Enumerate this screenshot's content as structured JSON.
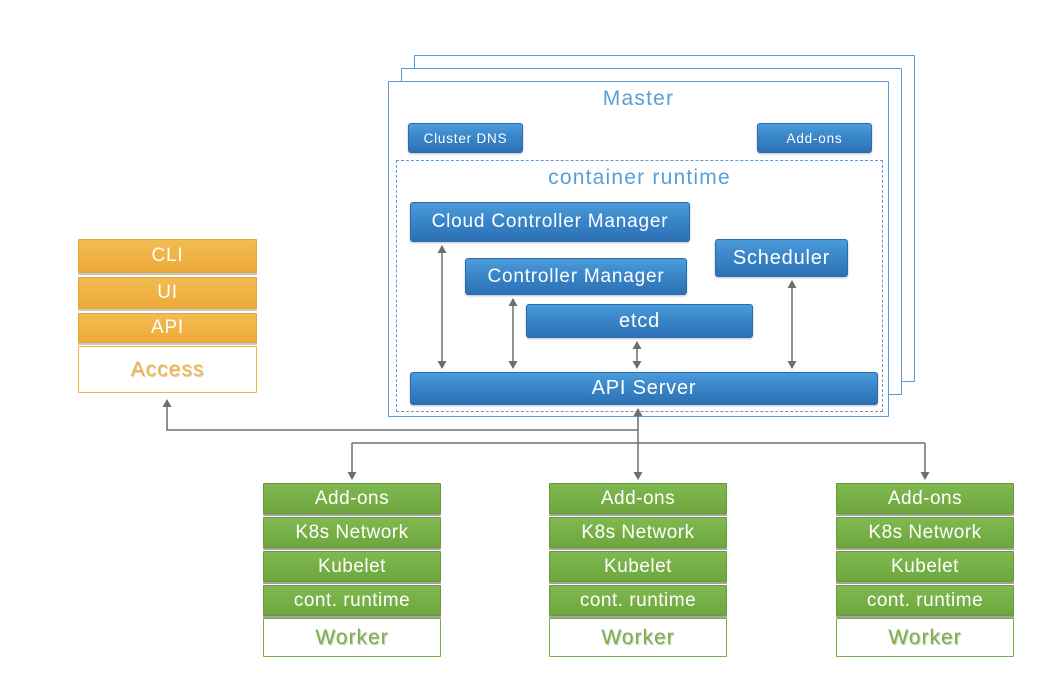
{
  "colors": {
    "component_blue": "#3781c4",
    "outline_light_blue": "#5b9bd5",
    "heading_blue": "#55a0d9",
    "access_orange": "#f0b545",
    "worker_green": "#76b144",
    "connector_gray": "#6e6e6e"
  },
  "access_stack": {
    "items": [
      "CLI",
      "UI",
      "API"
    ],
    "label": "Access"
  },
  "master": {
    "title": "Master",
    "cluster_dns": "Cluster DNS",
    "addons": "Add-ons",
    "container_runtime": {
      "title": "container runtime",
      "cloud_controller_manager": "Cloud Controller Manager",
      "controller_manager": "Controller Manager",
      "etcd": "etcd",
      "scheduler": "Scheduler",
      "api_server": "API Server"
    }
  },
  "workers": [
    {
      "rows": [
        "Add-ons",
        "K8s Network",
        "Kubelet",
        "cont. runtime"
      ],
      "label": "Worker"
    },
    {
      "rows": [
        "Add-ons",
        "K8s Network",
        "Kubelet",
        "cont. runtime"
      ],
      "label": "Worker"
    },
    {
      "rows": [
        "Add-ons",
        "K8s Network",
        "Kubelet",
        "cont. runtime"
      ],
      "label": "Worker"
    }
  ]
}
